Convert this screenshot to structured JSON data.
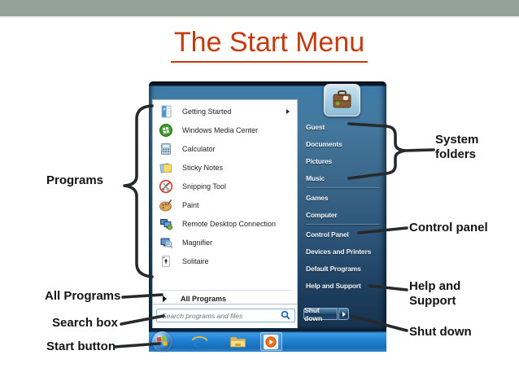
{
  "slide": {
    "topbar_color": "#93a29b",
    "title": "The Start Menu",
    "title_color": "#c43b10"
  },
  "callouts": {
    "programs": "Programs",
    "all_programs": "All Programs",
    "search_box": "Search box",
    "start_button": "Start button",
    "system_folders_line1": "System",
    "system_folders_line2": "folders",
    "control_panel": "Control panel",
    "help_line1": "Help and",
    "help_line2": "Support",
    "shut_down": "Shut down"
  },
  "start_menu": {
    "left_items": [
      {
        "label": "Getting Started",
        "icon": "getting-started-icon",
        "has_submenu": true
      },
      {
        "label": "Windows Media Center",
        "icon": "windows-media-center-icon"
      },
      {
        "label": "Calculator",
        "icon": "calculator-icon"
      },
      {
        "label": "Sticky Notes",
        "icon": "sticky-notes-icon"
      },
      {
        "label": "Snipping Tool",
        "icon": "snipping-tool-icon"
      },
      {
        "label": "Paint",
        "icon": "paint-icon"
      },
      {
        "label": "Remote Desktop Connection",
        "icon": "remote-desktop-icon"
      },
      {
        "label": "Magnifier",
        "icon": "magnifier-icon"
      },
      {
        "label": "Solitaire",
        "icon": "solitaire-icon"
      }
    ],
    "all_programs_label": "All Programs",
    "search_placeholder": "Search programs and files",
    "right_items": [
      "Guest",
      "Documents",
      "Pictures",
      "Music",
      "Games",
      "Computer",
      "Control Panel",
      "Devices and Printers",
      "Default Programs",
      "Help and Support"
    ],
    "shutdown_label": "Shut down"
  },
  "taskbar": {
    "icons": [
      "start-orb",
      "internet-explorer",
      "windows-explorer",
      "windows-media-player"
    ]
  }
}
